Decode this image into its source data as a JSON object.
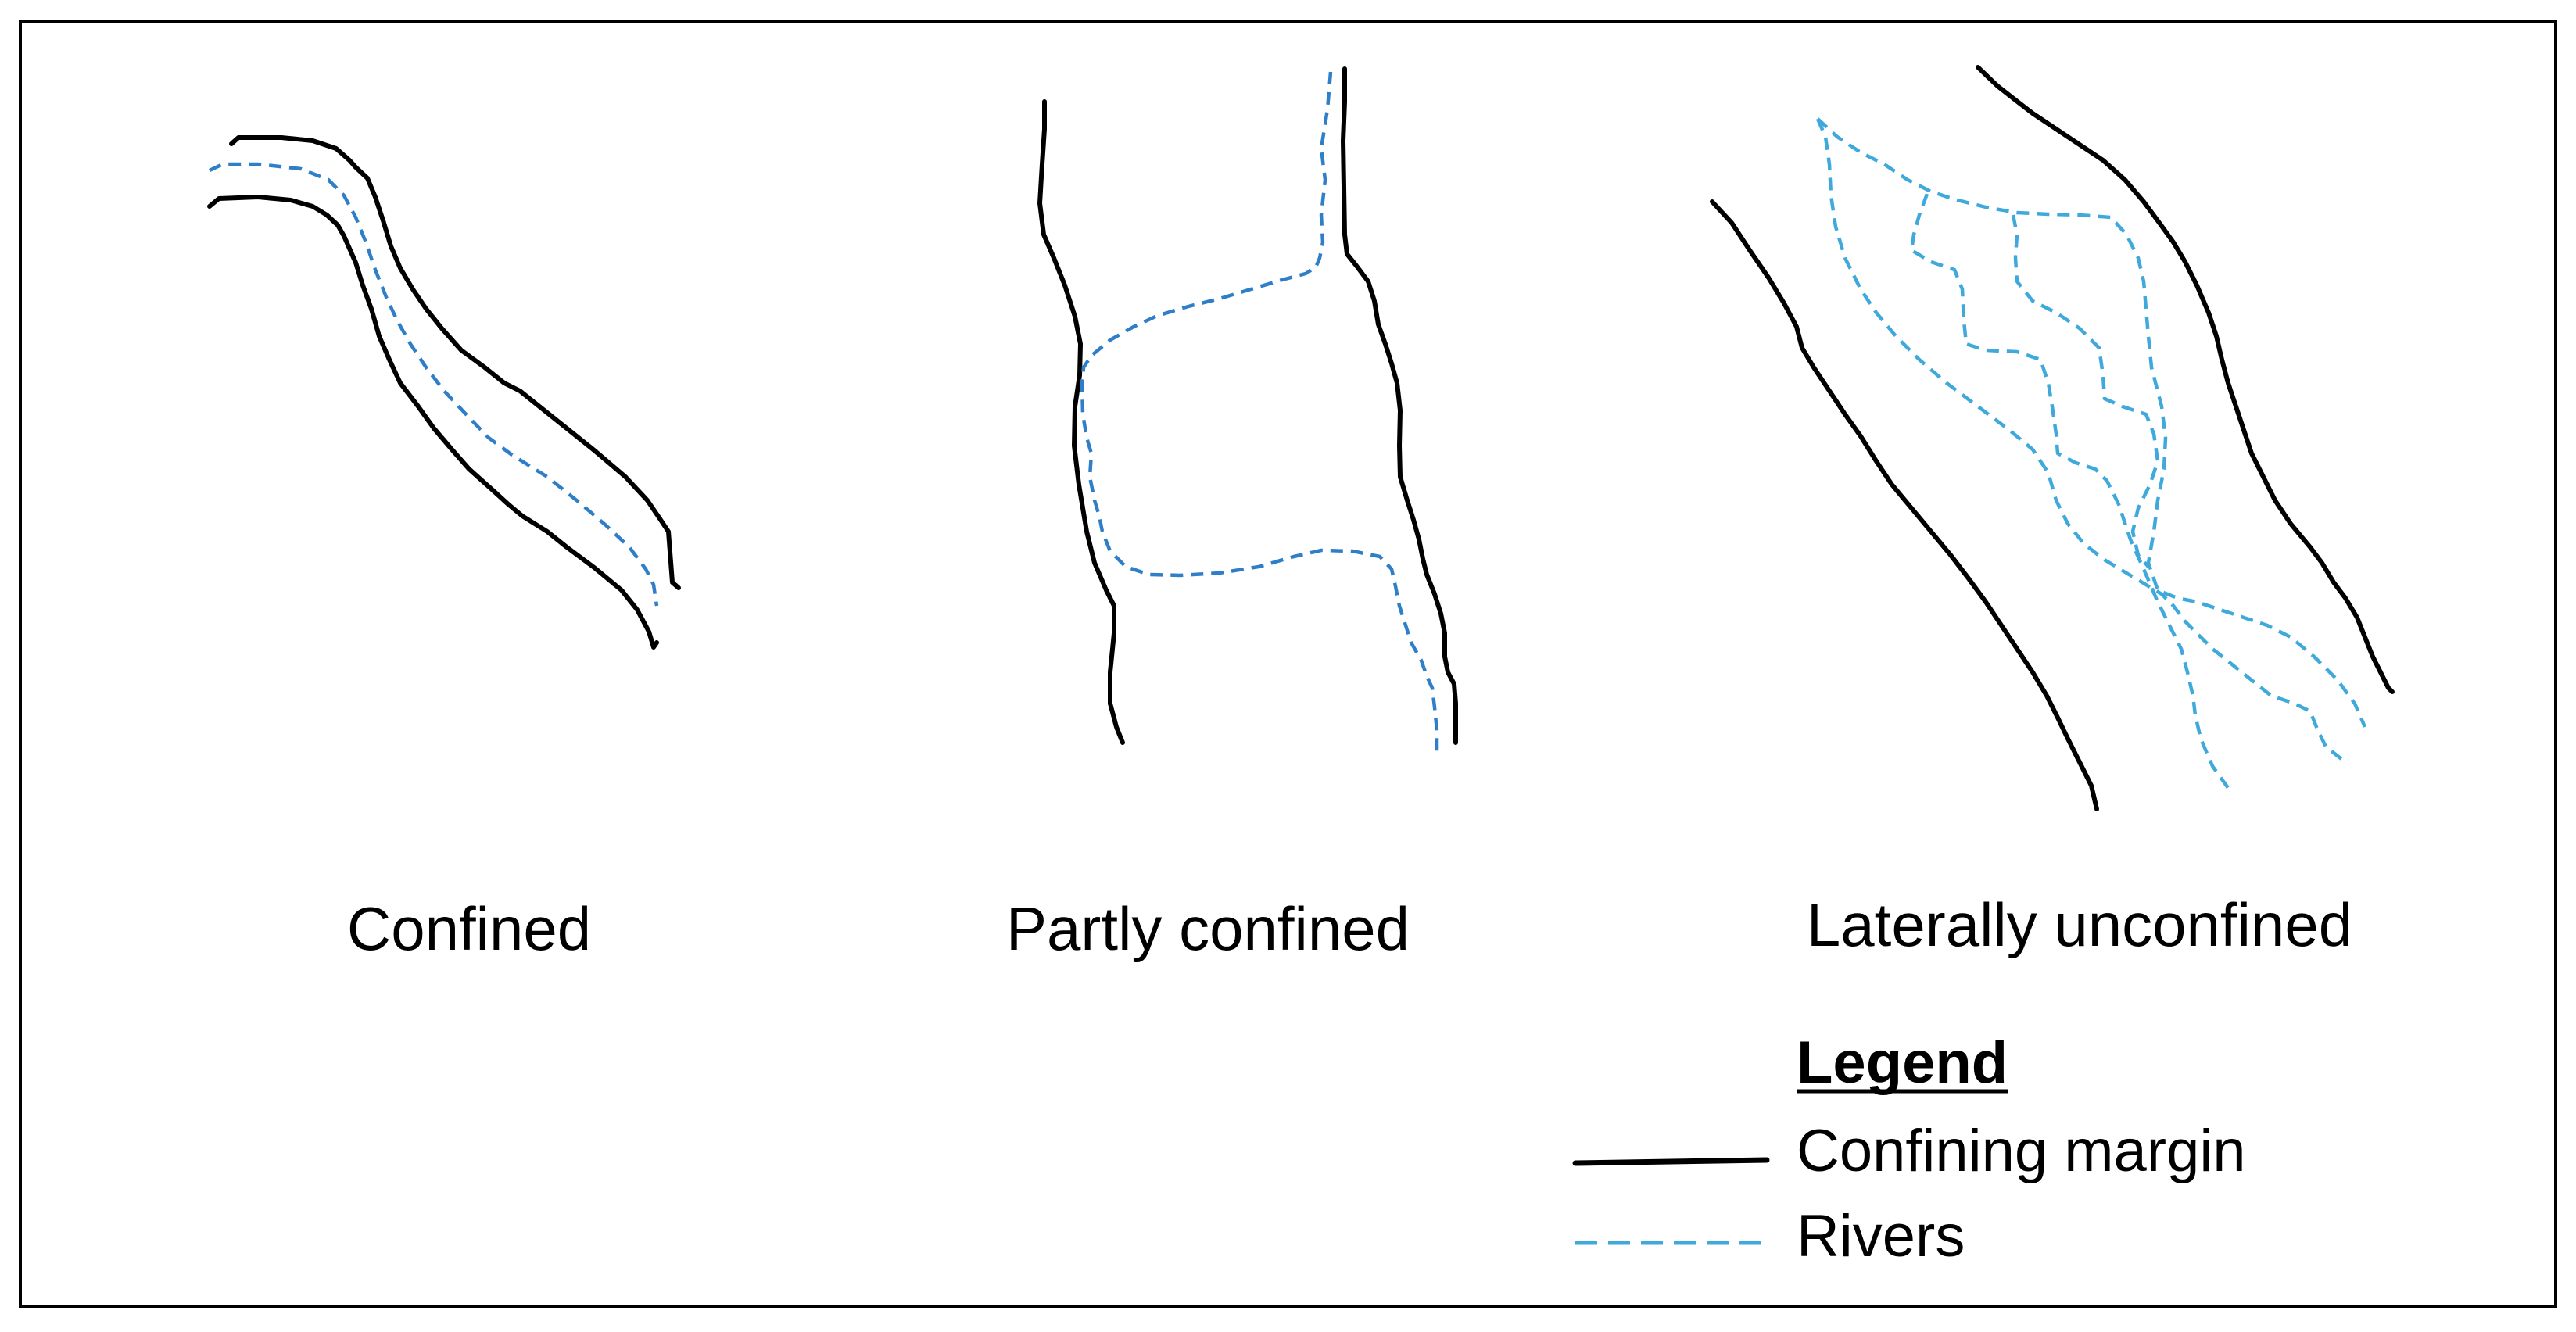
{
  "colors": {
    "confining_margin": "#000000",
    "river_blue_dark": "#2f7fc8",
    "river_blue_light": "#40a9dc",
    "frame": "#000000",
    "background": "#ffffff"
  },
  "panels": [
    {
      "id": "confined",
      "caption": "Confined"
    },
    {
      "id": "partly-confined",
      "caption": "Partly confined"
    },
    {
      "id": "laterally-unconfined",
      "caption": "Laterally unconfined"
    }
  ],
  "legend": {
    "title": "Legend",
    "items": [
      {
        "label": "Confining margin",
        "style": "solid"
      },
      {
        "label": "Rivers",
        "style": "dashed"
      }
    ]
  }
}
